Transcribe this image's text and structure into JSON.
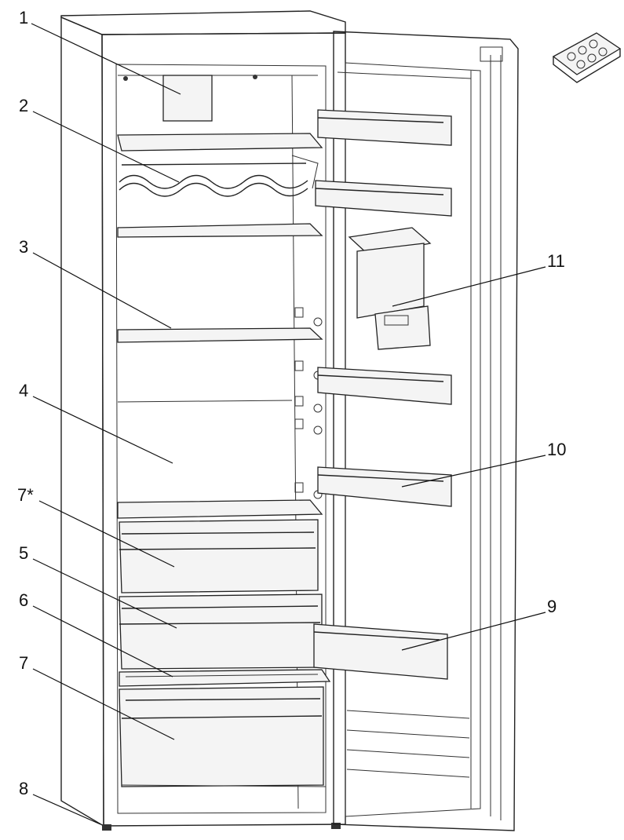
{
  "callouts": {
    "c1": "1",
    "c2": "2",
    "c3": "3",
    "c4": "4",
    "c5": "5",
    "c6": "6",
    "c7": "7",
    "c7s": "7*",
    "c8": "8",
    "c9": "9",
    "c10": "10",
    "c11": "11"
  }
}
